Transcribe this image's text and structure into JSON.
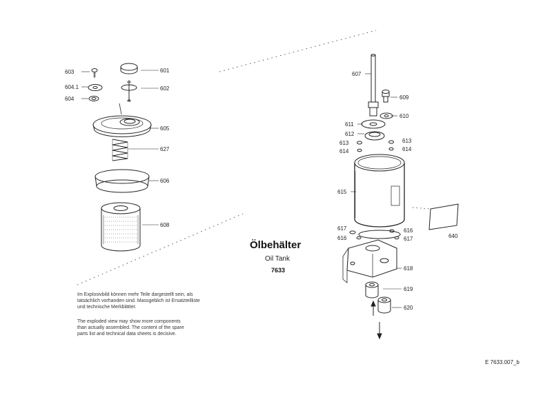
{
  "diagram": {
    "title": "Ölbehälter",
    "subtitle": "Oil Tank",
    "code": "7633",
    "reference": "E  7633.007_b",
    "notes": {
      "de": [
        "Im Explosivbild können mehr Teile dargestellt sein, als",
        "tatsächlich vorhanden sind. Massgeblich ist Ersatzteilliste",
        "und technische Merkblätter."
      ],
      "en": [
        "The exploded view may show more components",
        "than actually assembled. The content of the spare",
        "parts list and technical data sheets is decisive."
      ]
    },
    "part_labels": {
      "p603": "603",
      "p604_1": "604.1",
      "p604": "604",
      "p601": "601",
      "p602": "602",
      "p605": "605",
      "p627": "627",
      "p606": "606",
      "p608": "608",
      "p607": "607",
      "p609": "609",
      "p610": "610",
      "p611": "611",
      "p612": "612",
      "p613a": "613",
      "p613b": "613",
      "p614a": "614",
      "p614b": "614",
      "p615": "615",
      "p617a": "617",
      "p616a": "616",
      "p616b": "616",
      "p617b": "617",
      "p640": "640",
      "p618": "618",
      "p619": "619",
      "p620": "620"
    }
  }
}
